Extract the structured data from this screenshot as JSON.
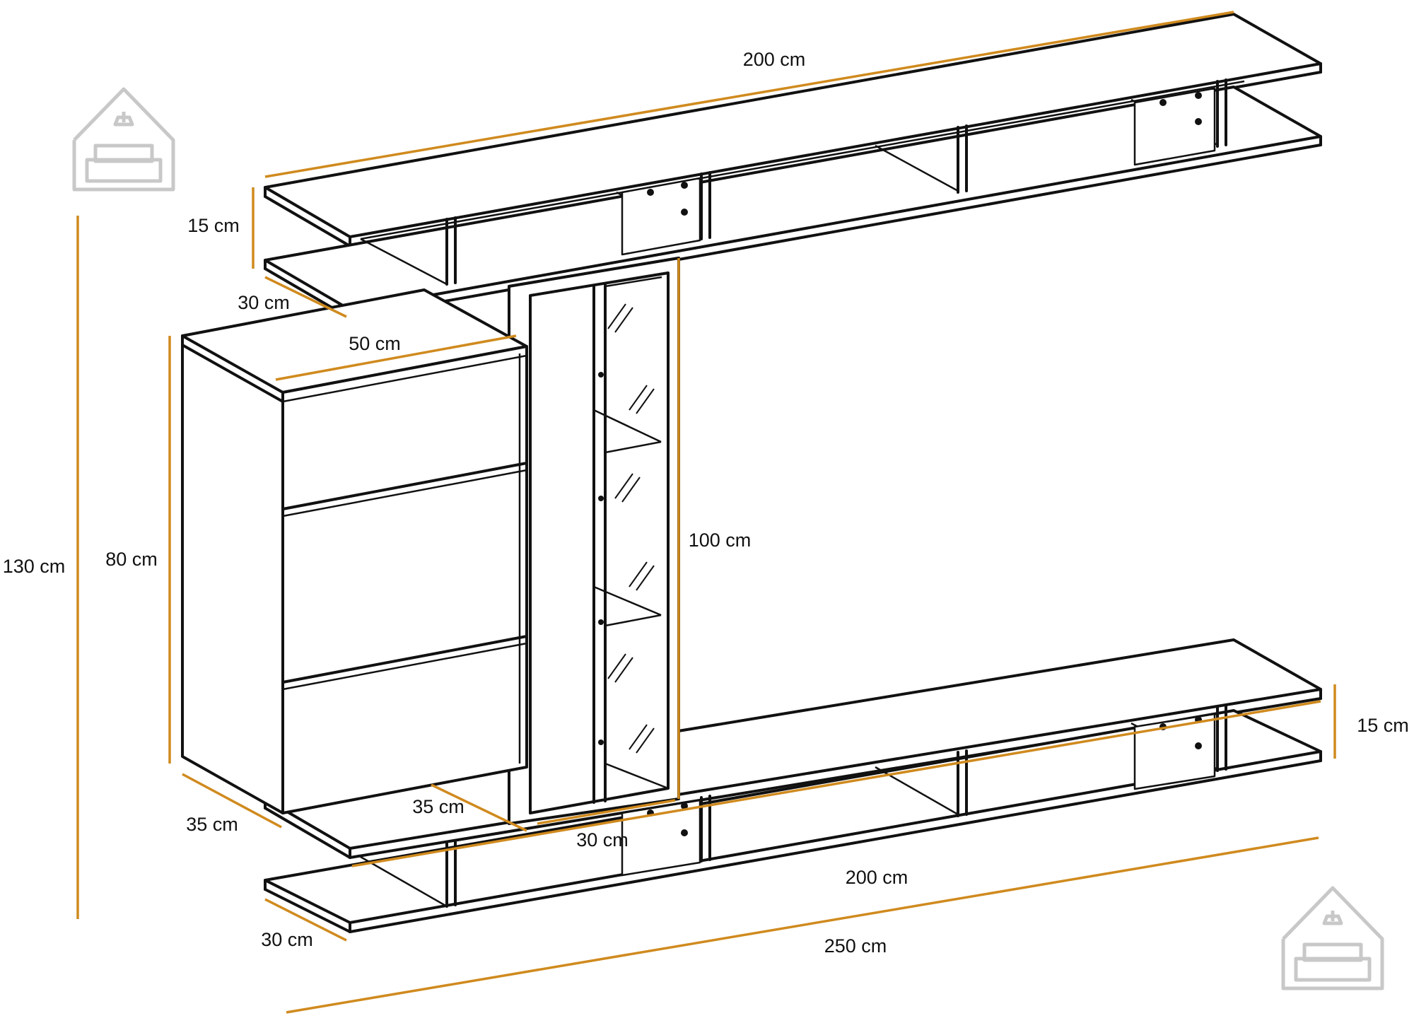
{
  "colors": {
    "dimension_line": "#d08a1e",
    "outline": "#111111",
    "logo": "#c8c8c8",
    "background": "#ffffff"
  },
  "icons": {
    "top_left": "house-sofa-logo-icon",
    "bottom_right": "house-sofa-logo-icon"
  },
  "dimensions": {
    "top_shelf_length": "200 cm",
    "top_shelf_height": "15 cm",
    "top_shelf_depth": "30 cm",
    "cabinet_width": "50 cm",
    "cabinet_height": "80 cm",
    "cabinet_depth": "35 cm",
    "vitrine_depth": "35 cm",
    "vitrine_width": "30 cm",
    "vitrine_height": "100 cm",
    "total_height": "130 cm",
    "bottom_shelf_length": "200 cm",
    "bottom_shelf_height": "15 cm",
    "bottom_shelf_depth": "30 cm",
    "total_length": "250 cm"
  }
}
